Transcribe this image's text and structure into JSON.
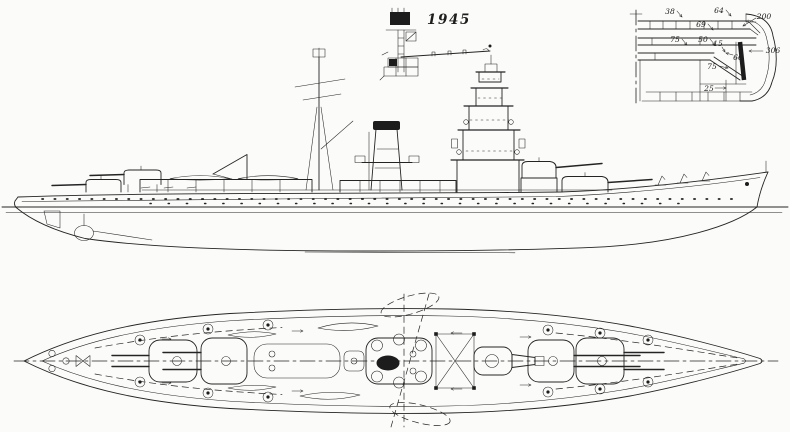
{
  "figure": {
    "year_label": "1945"
  },
  "colors": {
    "ink": "#242424",
    "paper": "#fbfbf9",
    "funnel_fill": "#1c1c1c"
  },
  "armor_inset": {
    "values": [
      {
        "text": "38"
      },
      {
        "text": "64"
      },
      {
        "text": "69"
      },
      {
        "text": "75"
      },
      {
        "text": "50"
      },
      {
        "text": "200"
      },
      {
        "text": "15"
      },
      {
        "text": "306"
      },
      {
        "text": "66"
      },
      {
        "text": "75"
      },
      {
        "text": "25"
      }
    ]
  }
}
